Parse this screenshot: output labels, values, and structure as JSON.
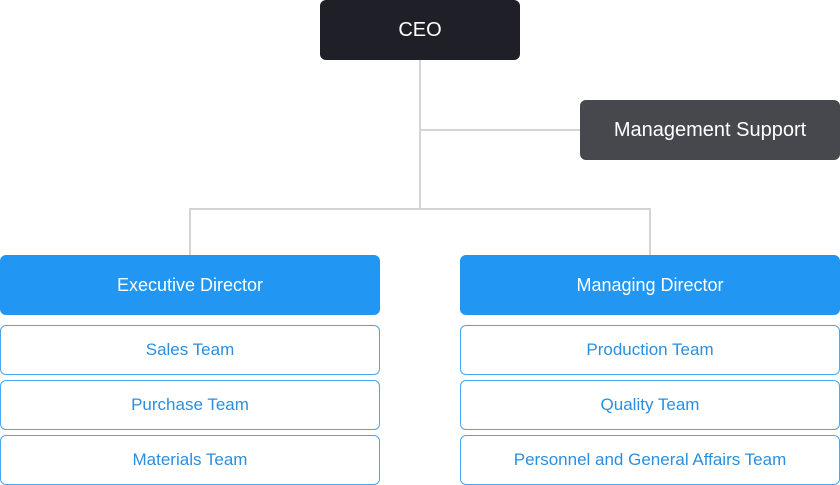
{
  "colors": {
    "ceo_bg": "#1f2027",
    "support_bg": "#47484d",
    "director_bg": "#2196f3",
    "team_text": "#2a8fe0",
    "team_border": "#4aa6ef",
    "connector": "#d4d4d4"
  },
  "org": {
    "ceo": "CEO",
    "support": "Management Support",
    "executive_director": {
      "title": "Executive Director",
      "teams": [
        "Sales Team",
        "Purchase Team",
        "Materials Team"
      ]
    },
    "managing_director": {
      "title": "Managing Director",
      "teams": [
        "Production Team",
        "Quality Team",
        "Personnel and General Affairs Team"
      ]
    }
  }
}
